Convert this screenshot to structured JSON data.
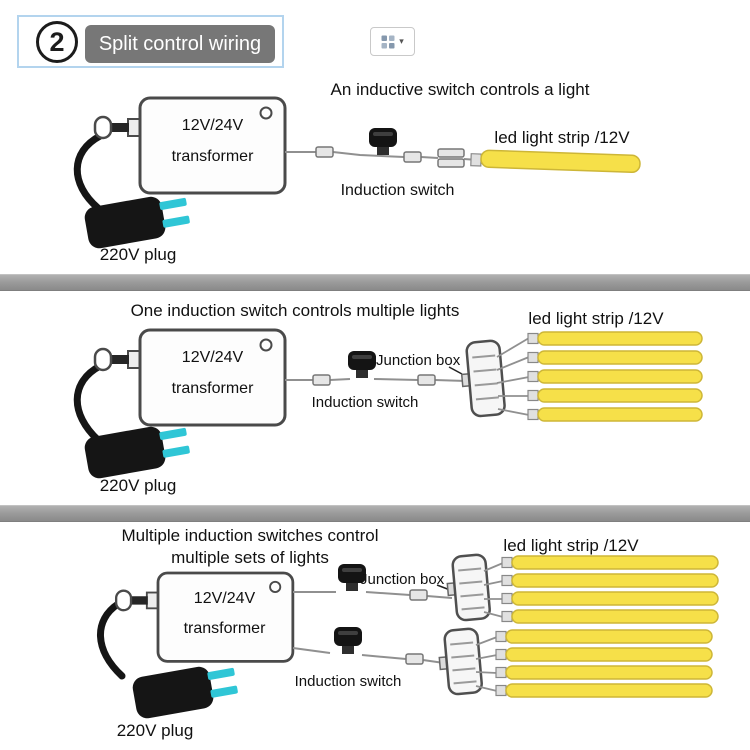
{
  "header": {
    "step_number": "2",
    "step_title": "Split control wiring",
    "toolbar_button": {
      "icon": "grid-picker-icon",
      "caret": "▾"
    }
  },
  "section1": {
    "title": "An inductive switch controls a light",
    "transformer_line1": "12V/24V",
    "transformer_line2": "transformer",
    "strip_label": "led light strip /12V",
    "switch_label": "Induction switch",
    "plug_label": "220V plug",
    "strip_count": 1
  },
  "section2": {
    "title": "One induction switch controls multiple lights",
    "strip_label": "led light strip /12V",
    "junction_label": "Junction box",
    "transformer_line1": "12V/24V",
    "transformer_line2": "transformer",
    "switch_label": "Induction switch",
    "plug_label": "220V plug",
    "strip_count": 5
  },
  "section3": {
    "title_line1": "Multiple induction switches control",
    "title_line2": "multiple sets of lights",
    "strip_label": "led light strip /12V",
    "junction_label": "Junction box",
    "transformer_line1": "12V/24V",
    "transformer_line2": "transformer",
    "switch_label": "Induction switch",
    "plug_label": "220V plug",
    "junction_count": 2,
    "strips_per_junction": 4
  },
  "colors": {
    "led_strip_fill": "#f6e049",
    "led_strip_border": "#cdb637",
    "plug_prong_teal": "#2fc6d6",
    "divider_gray": "#9a9a9a",
    "step_pill_bg": "#777777",
    "selection_border": "#b3d4ee",
    "outline_gray": "#4a4a4a"
  }
}
